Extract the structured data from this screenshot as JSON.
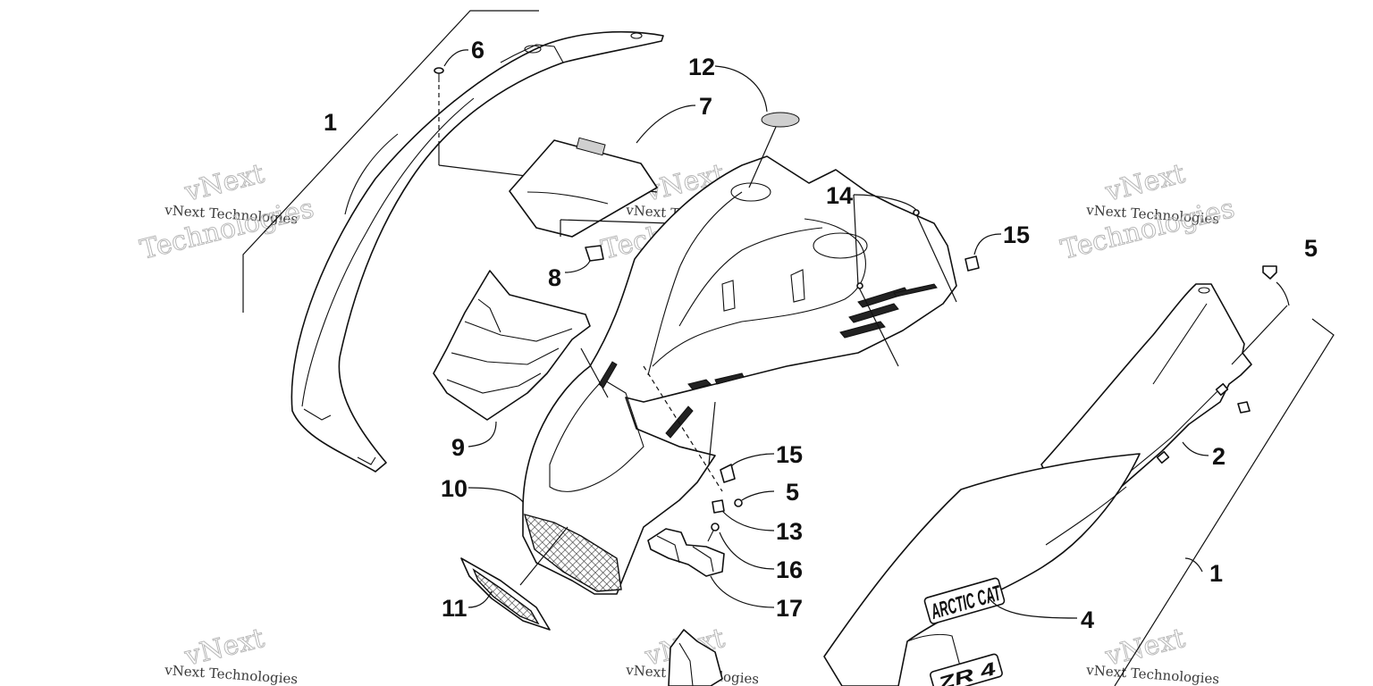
{
  "callouts": {
    "c1_left": "1",
    "c1_right": "1",
    "c2": "2",
    "c4": "4",
    "c5_right": "5",
    "c5_mid": "5",
    "c6": "6",
    "c7": "7",
    "c8": "8",
    "c9": "9",
    "c10": "10",
    "c11": "11",
    "c12": "12",
    "c13": "13",
    "c14": "14",
    "c15_top": "15",
    "c15_mid": "15",
    "c16": "16",
    "c17": "17"
  },
  "decals": {
    "brand": "ARCTIC CAT",
    "model": "ZR 4"
  },
  "watermark": {
    "line1": "vNext Technologies",
    "big1": "vNext",
    "big2": "Technologies"
  }
}
